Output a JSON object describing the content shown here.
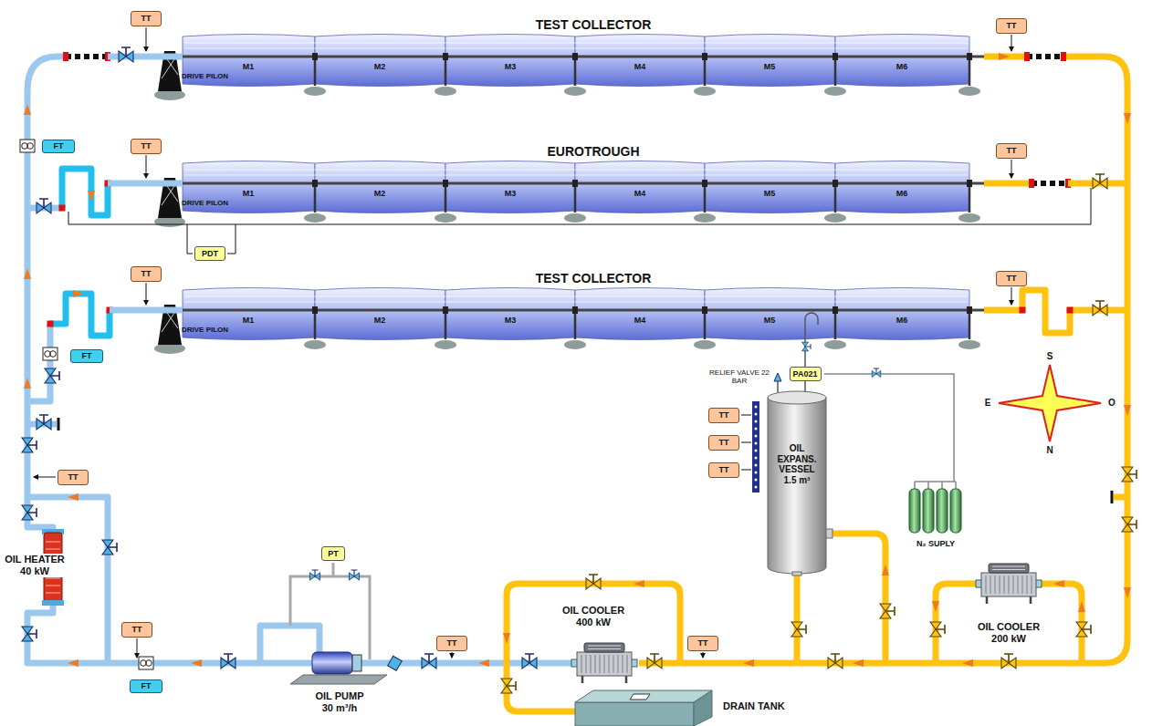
{
  "diagram": {
    "nodes": [
      {
        "text": [
          "TT"
        ]
      },
      {
        "text": [
          "TT"
        ]
      },
      {
        "text": [
          "TT"
        ]
      },
      {
        "text": [
          "TT"
        ]
      },
      {
        "text": [
          "FT"
        ]
      },
      {
        "text": [
          "PDT"
        ]
      },
      {
        "text": [
          "TT"
        ]
      },
      {
        "text": [
          "TT"
        ]
      },
      {
        "text": [
          "FT"
        ]
      },
      {
        "text": [
          "PA021"
        ]
      },
      {
        "text": [
          "OIL EXPANS. VESSEL 1.5 m³"
        ]
      },
      {
        "text": [
          "TT"
        ]
      },
      {
        "text": [
          "TT"
        ]
      },
      {
        "text": [
          "TT"
        ]
      },
      {
        "text": [
          "TT"
        ]
      },
      {
        "text": [
          "PT"
        ]
      },
      {
        "text": [
          "TT"
        ]
      },
      {
        "text": [
          "TT"
        ]
      },
      {
        "text": [
          "TT"
        ]
      },
      {
        "text": [
          "FT"
        ]
      }
    ],
    "edges": [
      {
        "from": 9,
        "to": 10,
        "arrow": "none"
      }
    ],
    "labels": [
      "TEST COLLECTOR",
      "M1",
      "M2",
      "M3",
      "M4",
      "M5",
      "M6",
      "DRIVE PILON",
      "EUROTROUGH",
      "M1",
      "M2",
      "M3",
      "M4",
      "M5",
      "M6",
      "DRIVE PILON",
      "TEST COLLECTOR",
      "M1",
      "M2",
      "M3",
      "M4",
      "M5",
      "M6",
      "DRIVE PILON",
      "S",
      "RELIEF VALVE 22 BAR",
      "E",
      "O",
      "N",
      "N₂ SUPLY",
      "OIL HEATER 40 kW",
      "OIL COOLER 400 kW",
      "OIL COOLER 200 kW",
      "OIL PUMP 30 m³/h",
      "DRAIN TANK"
    ]
  }
}
